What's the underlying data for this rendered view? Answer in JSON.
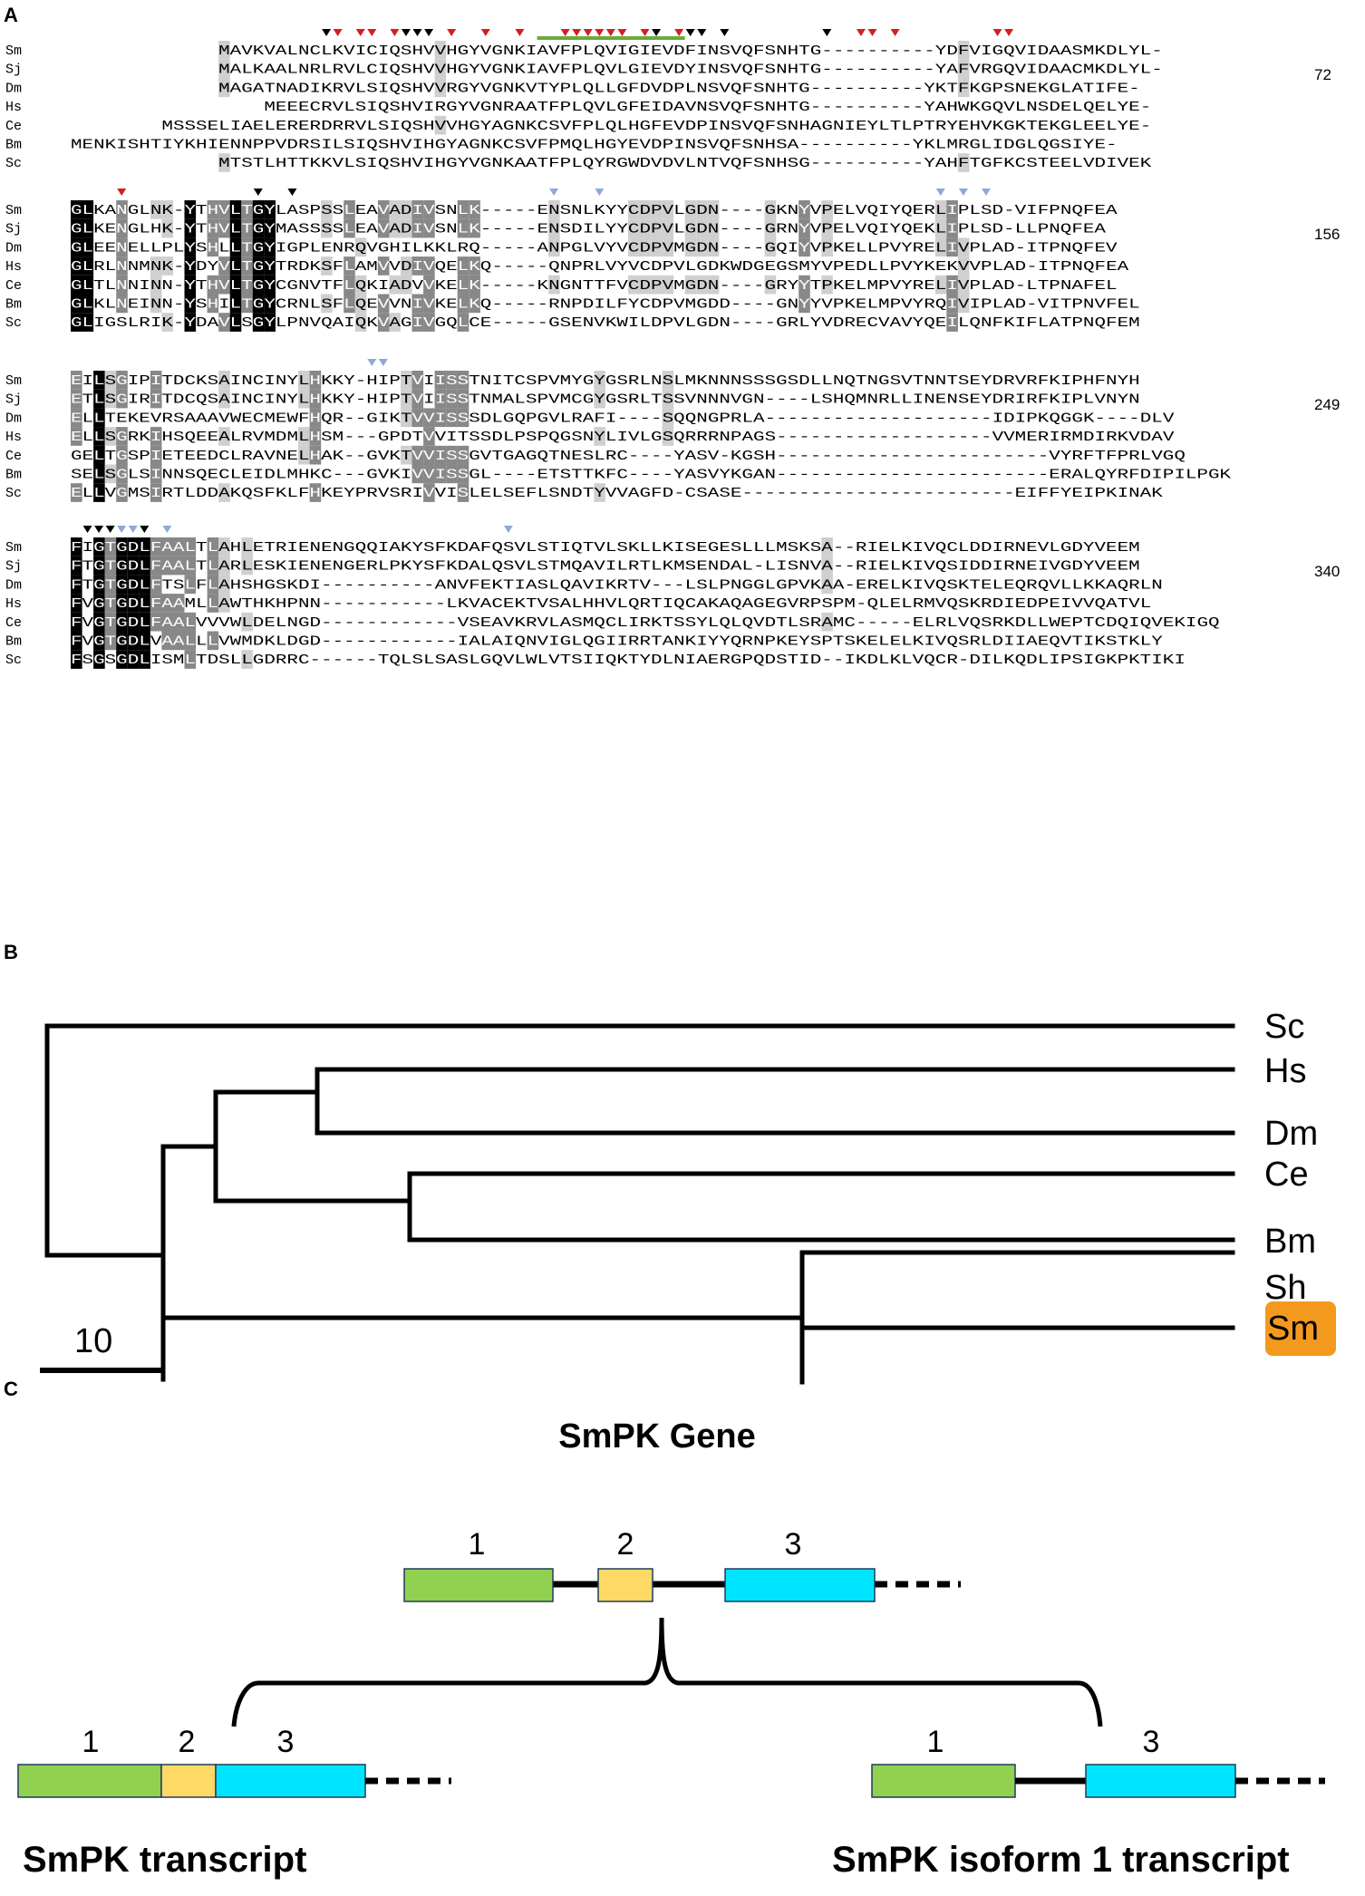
{
  "panels": {
    "a": "A",
    "b": "B",
    "c": "C"
  },
  "alignment": {
    "colors": {
      "identical": "#000000",
      "similar_dark": "#888888",
      "similar_light": "#cfcfcf",
      "marker_red": "#d61e1e",
      "marker_black": "#000000",
      "marker_blue": "#8fa8d8",
      "domain_bar": "#6aaa3a"
    },
    "blocks": [
      {
        "end_number": "72",
        "rows": [
          {
            "species": "Sm",
            "seq": "             MAVKVALNCLKVICIQSHVVHGYVGNKIAVFPLQVIGIEVDFINSVQFSNHTG----------YDFVIGQVIDAASMKDLYL-"
          },
          {
            "species": "Sj",
            "seq": "             MALKAALNRLRVLCIQSHVVHGYVGNKIAVFPLQVLGIEVDYINSVQFSNHTG----------YAFVRGQVIDAACMKDLYL-"
          },
          {
            "species": "Dm",
            "seq": "             MAGATNADIKRVLSIQSHVVRGYVGNKVTYPLQLLGFDVDPLNSVQFSNHTG----------YKTFKGPSNEKGLATIFE-"
          },
          {
            "species": "Hs",
            "seq": "                 MEEECRVLSIQSHVIRGYVGNRAATFPLQVLGFEIDAVNSVQFSNHTG----------YAHWKGQVLNSDELQELYE-"
          },
          {
            "species": "Ce",
            "seq": "        MSSSELIAELERERDRRVLSIQSHVVHGYAGNKCSVFPLQLHGFEVDPINSVQFSNHAGNIEYLTLPTRYEHVKGKTEKGLEELYE-"
          },
          {
            "species": "Bm",
            "seq": "MENKISHTIYKHIENNPPVDRSILSIQSHVIHGYAGNKCSVFPMQLHGYEVDPINSVQFSNHSA----------YKLMRGLIDGLQGSIYE-"
          },
          {
            "species": "Sc",
            "seq": "             MTSTLHTTKKVLSIQSHVIHGYVGNKAATFPLQYRGWDVDVLNTVQFSNHSG----------YAHFTGFKCSTEELVDIVEK"
          }
        ]
      },
      {
        "end_number": "156",
        "rows": [
          {
            "species": "Sm",
            "seq": "GLKANGLNK-YTHVLTGYLASPSSLEAVADIVSNLK-----ENSNLKYYCDPVLGDN----GKNYVPELVQIYQERLIPLSD-VIFPNQFEA"
          },
          {
            "species": "Sj",
            "seq": "GLKENGLHK-YTHVLTGYMASSSSLEAVADIVSNLK-----ENSDILYYCDPVLGDN----GRNYVPELVQIYQEKLIPLSD-LLPNQFEA"
          },
          {
            "species": "Dm",
            "seq": "GLEENELLPLYSHLLTGYIGPLENRQVGHILKKLRQ-----ANPGLVYVCDPVMGDN----GQIYVPKELLPVYRELIVPLAD-ITPNQFEV"
          },
          {
            "species": "Hs",
            "seq": "GLRLNNMNK-YDYVLTGYTRDKSFLAMVVDIVQELKQ-----QNPRLVYVCDPVLGDKWDGEGSMYVPEDLLPVYKEKVVPLAD-ITPNQFEA"
          },
          {
            "species": "Ce",
            "seq": "GLTLNNINN-YTHVLTGYCGNVTFLQKIADVVKELK-----KNGNTTFVCDPVMGDN----GRYYTPKELMPVYRELIVPLAD-LTPNAFEL"
          },
          {
            "species": "Bm",
            "seq": "GLKLNEINN-YSHILTGYCRNLSFLQEVVNIVKELKQ-----RNPDILFYCDPVMGDD----GNYYVPKELMPVYRQIVIPLAD-VITPNVFEL"
          },
          {
            "species": "Sc",
            "seq": "GLIGSLRIK-YDAVLSGYLPNVQAIQKVAGIVGQLCE-----GSENVKWILDPVLGDN----GRLYVDRECVAVYQEILQNFKIFLATPNQFEM"
          }
        ]
      },
      {
        "end_number": "249",
        "rows": [
          {
            "species": "Sm",
            "seq": "EILSGIPITDCKSAINCINYLHKKY-HIPTVIISSTNITCSPVMYGYGSRLNSLMKNNNSSSGSDLLNQTNGSVTNNTSEYDRVRFKIPHFNYH"
          },
          {
            "species": "Sj",
            "seq": "ETLSGIRITDCQSAINCINYLHKKY-HIPTVIISSTNMALSPVMCGYGSRLTSSVNNNVGN----LSHQMNRLLINENSEYDRIRFKIPLVNYN"
          },
          {
            "species": "Dm",
            "seq": "ELLTEKEVRSAAAVWECMEWFHQR--GIKTVVISSSDLGQPGVLRAFI----SQQNGPRLA--------------------IDIPKQGGK----DLV"
          },
          {
            "species": "Hs",
            "seq": "ELLSGRKIHSQEEALRVMDMLHSM---GPDTVVITSSDLPSPQGSNYLIVLGSQRRRNPAGS-------------------VVMERIRMDIRKVDAV"
          },
          {
            "species": "Ce",
            "seq": "GELTGSPIETEEDCLRAVNELHAK--GVKTVVISSGVTGAGQTNESLRC----YASV-KGSH------------------------VYRFTFPRLVGQ"
          },
          {
            "species": "Bm",
            "seq": "SELSGLSINNSQECLEIDLMHKC---GVKIVVISSGL----ETSTTKFC----YASVYKGAN------------------------ERALQYRFDIPILPGK"
          },
          {
            "species": "Sc",
            "seq": "ELLVGMSIRTLDDAKQSFKLFHKEYPRVSRIVVISLELSEFLSNDTYVVAGFD-CSASE------------------------EIFFYEIPKINAK"
          }
        ]
      },
      {
        "end_number": "340",
        "rows": [
          {
            "species": "Sm",
            "seq": "FIGTGDLFAALTLAHLETRIENENGQQIAKYSFKDAFQSVLSTIQTVLSKLLKISEGESLLLMSKSA--RIELKIVQCLDDIRNEVLGDYVEEM"
          },
          {
            "species": "Sj",
            "seq": "FTGTGDLFAALTLARLESKIENENGERLPKYSFKDALQSVLSTMQAVILRTLKMSENDAL-LISNVA--RIELKIVQSIDDIRNEIVGDYVEEM"
          },
          {
            "species": "Dm",
            "seq": "FTGTGDLFTSLFLAHSHGSKDI----------ANVFEKTIASLQAVIKRTV---LSLPNGGLGPVKAA-ERELKIVQSKTELEQRQVLLKKAQRLN"
          },
          {
            "species": "Hs",
            "seq": "FVGTGDLFAAMLLAWTHKHPNN-----------LKVACEKTVSALHHVLQRTIQCAKAQAGEGVRPSPM-QLELRMVQSKRDIEDPEIVVQATVL"
          },
          {
            "species": "Ce",
            "seq": "FVGTGDLFAALVVVWLDELNGD------------VSEAVKRVLASMQCLIRKTSSYLQLQVDTLSRAMC-----ELRLVQSRKDLLWEPTCDQIQVEKIGQ"
          },
          {
            "species": "Bm",
            "seq": "FVGTGDLVAALLLVWMDKLDGD------------IALAIQNVIGLQGIIRRTANKIYYQRNPKEYSPTSKELELKIVQSRLDIIAEQVTIKSTKLY"
          },
          {
            "species": "Sc",
            "seq": "FSGSGDLISMLTDSLLGDRRC------TQLSLSASLGQVLWLVTSIIQKTYDLNIAERGPQDSTID--IKDLKLVQCR-DILKQDLIPSIGKPKTIKI"
          }
        ]
      }
    ]
  },
  "tree": {
    "taxa": [
      "Sc",
      "Hs",
      "Dm",
      "Ce",
      "Bm",
      "Sh",
      "Sm"
    ],
    "highlight_taxon": "Sm",
    "highlight_color": "#f39a1e",
    "scale_label": "10"
  },
  "gene": {
    "title": "SmPK Gene",
    "exon_labels": [
      "1",
      "2",
      "3"
    ],
    "exon_colors": {
      "exon1": "#92d050",
      "exon2": "#ffd966",
      "exon3": "#00e5ff"
    },
    "transcript_label": "SmPK transcript",
    "isoform_label": "SmPK isoform 1 transcript",
    "transcript_exons": [
      "1",
      "2",
      "3"
    ],
    "isoform_exons": [
      "1",
      "3"
    ]
  }
}
